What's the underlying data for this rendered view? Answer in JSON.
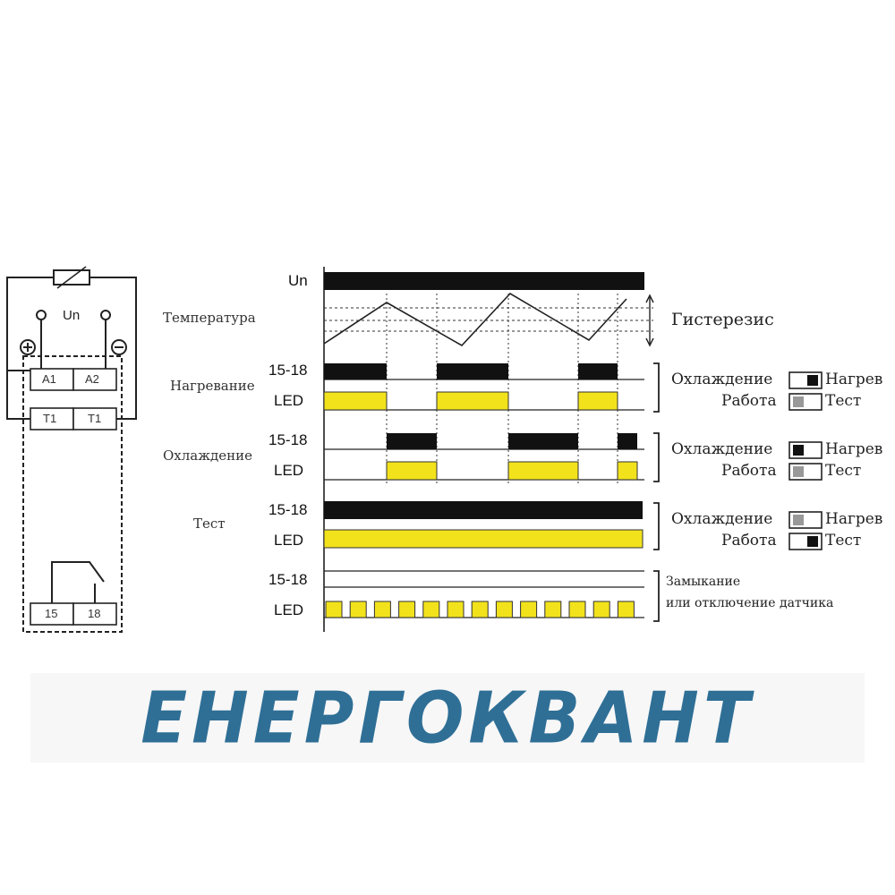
{
  "diagram": {
    "terminals": {
      "un": "Un",
      "plus": "+",
      "minus": "−",
      "a1": "A1",
      "a2": "A2",
      "t1_left": "T1",
      "t1_right": "T1",
      "t15": "15",
      "t18": "18"
    },
    "timing": {
      "un_label": "Un",
      "rows": [
        {
          "id": "temperature",
          "label": "Температура"
        },
        {
          "id": "heating",
          "label": "Нагревание",
          "sig_a": "15-18",
          "sig_b": "LED"
        },
        {
          "id": "cooling",
          "label": "Охлаждение",
          "sig_a": "15-18",
          "sig_b": "LED"
        },
        {
          "id": "test",
          "label": "Тест",
          "sig_a": "15-18",
          "sig_b": "LED"
        },
        {
          "id": "sensor",
          "label": "",
          "sig_a": "15-18",
          "sig_b": "LED"
        }
      ],
      "hysteresis_label": "Гистерезис"
    },
    "legend": [
      {
        "left_top": "Охлаждение",
        "right_top": "Нагрев",
        "left_bottom": "Работа",
        "right_bottom": "Тест",
        "top_switch": "right",
        "bottom_switch": "left-grey"
      },
      {
        "left_top": "Охлаждение",
        "right_top": "Нагрев",
        "left_bottom": "Работа",
        "right_bottom": "Тест",
        "top_switch": "left",
        "bottom_switch": "left-grey"
      },
      {
        "left_top": "Охлаждение",
        "right_top": "Нагрев",
        "left_bottom": "Работа",
        "right_bottom": "Тест",
        "top_switch": "left-grey",
        "bottom_switch": "right"
      }
    ],
    "sensor_note": {
      "line1": "Замыкание",
      "line2": "или отключение датчика"
    },
    "colors": {
      "bar": "#111111",
      "led": "#f2e21c",
      "led_border": "#333333",
      "brand": "#2f6f96"
    }
  },
  "brand": {
    "name": "ЕНЕРГОКВАНТ"
  }
}
